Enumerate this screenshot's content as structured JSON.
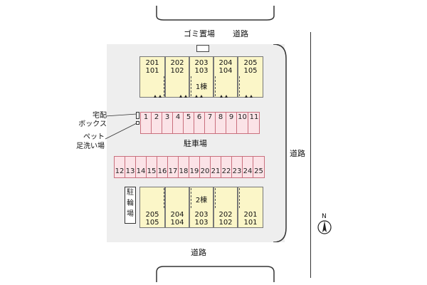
{
  "labels": {
    "garbage": "ゴミ置場",
    "road_top": "道路",
    "road_right": "道路",
    "road_bottom": "道路",
    "delivery_box": [
      "宅配",
      "ボックス"
    ],
    "pet_wash": [
      "ペット",
      "足洗い場"
    ],
    "parking": "駐車場",
    "bicycle": [
      "駐",
      "輪",
      "場"
    ],
    "north": "N"
  },
  "building1": {
    "name": "1棟",
    "units": [
      {
        "upper": "201",
        "lower": "101"
      },
      {
        "upper": "202",
        "lower": "102"
      },
      {
        "upper": "203",
        "lower": "103"
      },
      {
        "upper": "204",
        "lower": "104"
      },
      {
        "upper": "205",
        "lower": "105"
      }
    ]
  },
  "building2": {
    "name": "2棟",
    "units": [
      {
        "upper": "205",
        "lower": "105"
      },
      {
        "upper": "204",
        "lower": "104"
      },
      {
        "upper": "203",
        "lower": "103"
      },
      {
        "upper": "202",
        "lower": "102"
      },
      {
        "upper": "201",
        "lower": "101"
      }
    ]
  },
  "parking_row1": [
    "1",
    "2",
    "3",
    "4",
    "5",
    "6",
    "7",
    "8",
    "9",
    "10",
    "11"
  ],
  "parking_row2": [
    "12",
    "13",
    "14",
    "15",
    "16",
    "17",
    "18",
    "19",
    "20",
    "21",
    "22",
    "23",
    "24",
    "25"
  ],
  "colors": {
    "lot": "#eeeeee",
    "building": "#fbf6c8",
    "parking_fill": "#fbe3e7",
    "parking_border": "#c9707e"
  }
}
